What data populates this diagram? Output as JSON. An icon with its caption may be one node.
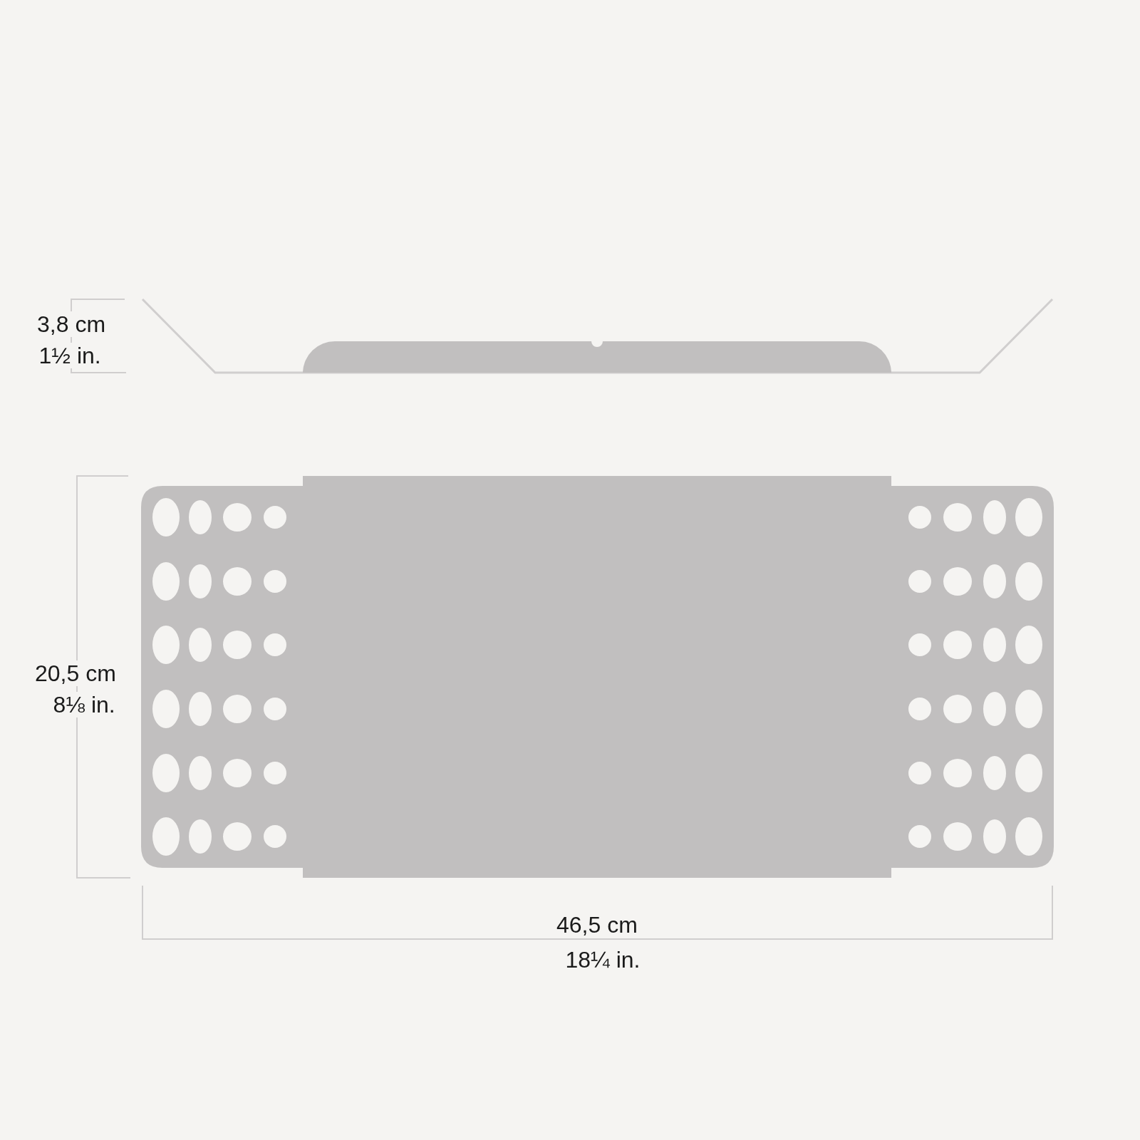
{
  "diagram": {
    "labels": [
      "3,8 cm",
      "1½ in.",
      "20,5 cm",
      "8⅛ in.",
      "46,5 cm",
      "18¼ in."
    ]
  }
}
